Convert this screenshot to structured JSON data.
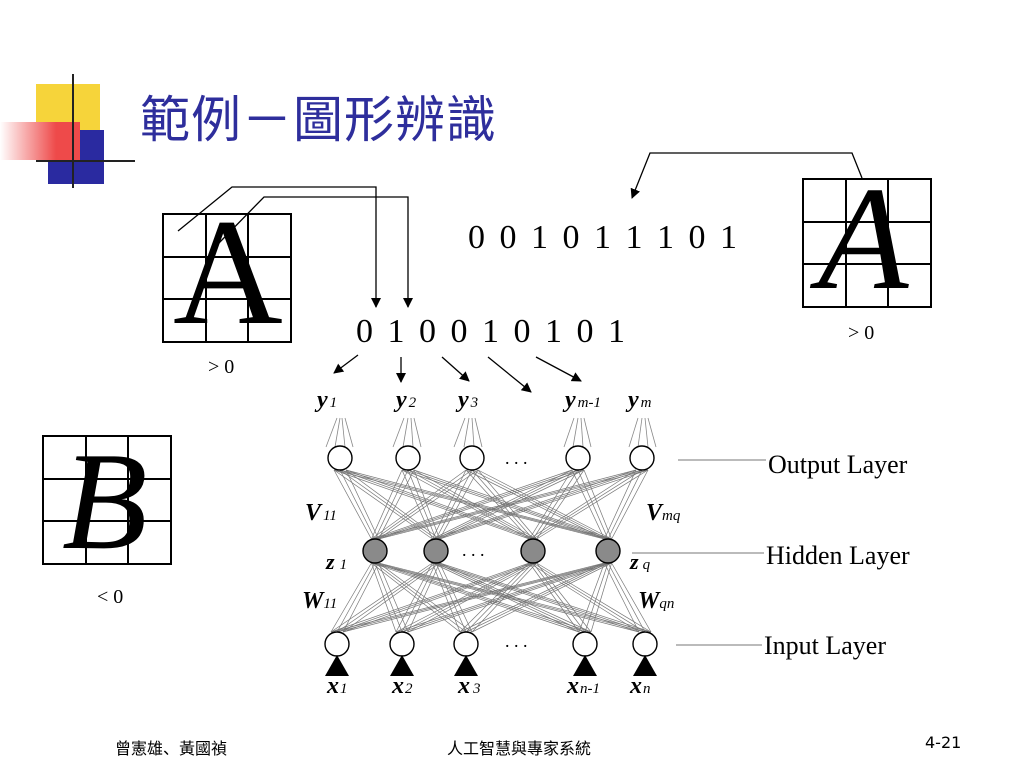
{
  "slide": {
    "title": "範例－圖形辨識"
  },
  "patterns": {
    "letter_a_upright": "A",
    "letter_a_italic": "A",
    "letter_b": "B",
    "cmp_a_left": "> 0",
    "cmp_a_right": "> 0",
    "cmp_b": "< 0"
  },
  "bits": {
    "top": "0 0 1 0 1 1 1 0 1",
    "middle": "0 1 0 0 1 0 1 0 1"
  },
  "network": {
    "output_label": "Output Layer",
    "hidden_label": "Hidden Layer",
    "input_label": "Input Layer",
    "dots": ". . .",
    "outputs": [
      {
        "var": "y",
        "sub": "1"
      },
      {
        "var": "y",
        "sub": "2"
      },
      {
        "var": "y",
        "sub": "3"
      },
      {
        "var": "y",
        "sub": "m-1"
      },
      {
        "var": "y",
        "sub": "m"
      }
    ],
    "hidden": [
      {
        "var": "z",
        "sub": "1"
      },
      {
        "var": "z",
        "sub": "q"
      }
    ],
    "inputs": [
      {
        "var": "x",
        "sub": "1"
      },
      {
        "var": "x",
        "sub": "2"
      },
      {
        "var": "x",
        "sub": "3"
      },
      {
        "var": "x",
        "sub": "n-1"
      },
      {
        "var": "x",
        "sub": "n"
      }
    ],
    "weights": {
      "v11_var": "V",
      "v11_sub": "11",
      "vmq_var": "V",
      "vmq_sub": "mq",
      "w11_var": "W",
      "w11_sub": "11",
      "wqn_var": "W",
      "wqn_sub": "qn"
    }
  },
  "footer": {
    "authors": "曾憲雄、黃國禎",
    "course": "人工智慧與專家系統",
    "page": "4-21"
  },
  "colors": {
    "title": "#2e2e9c",
    "hidden_node_fill": "#8a8a8a",
    "deco_yellow": "#f6d43a",
    "deco_red": "#ee4a4a",
    "deco_blue": "#2a2aa0"
  }
}
